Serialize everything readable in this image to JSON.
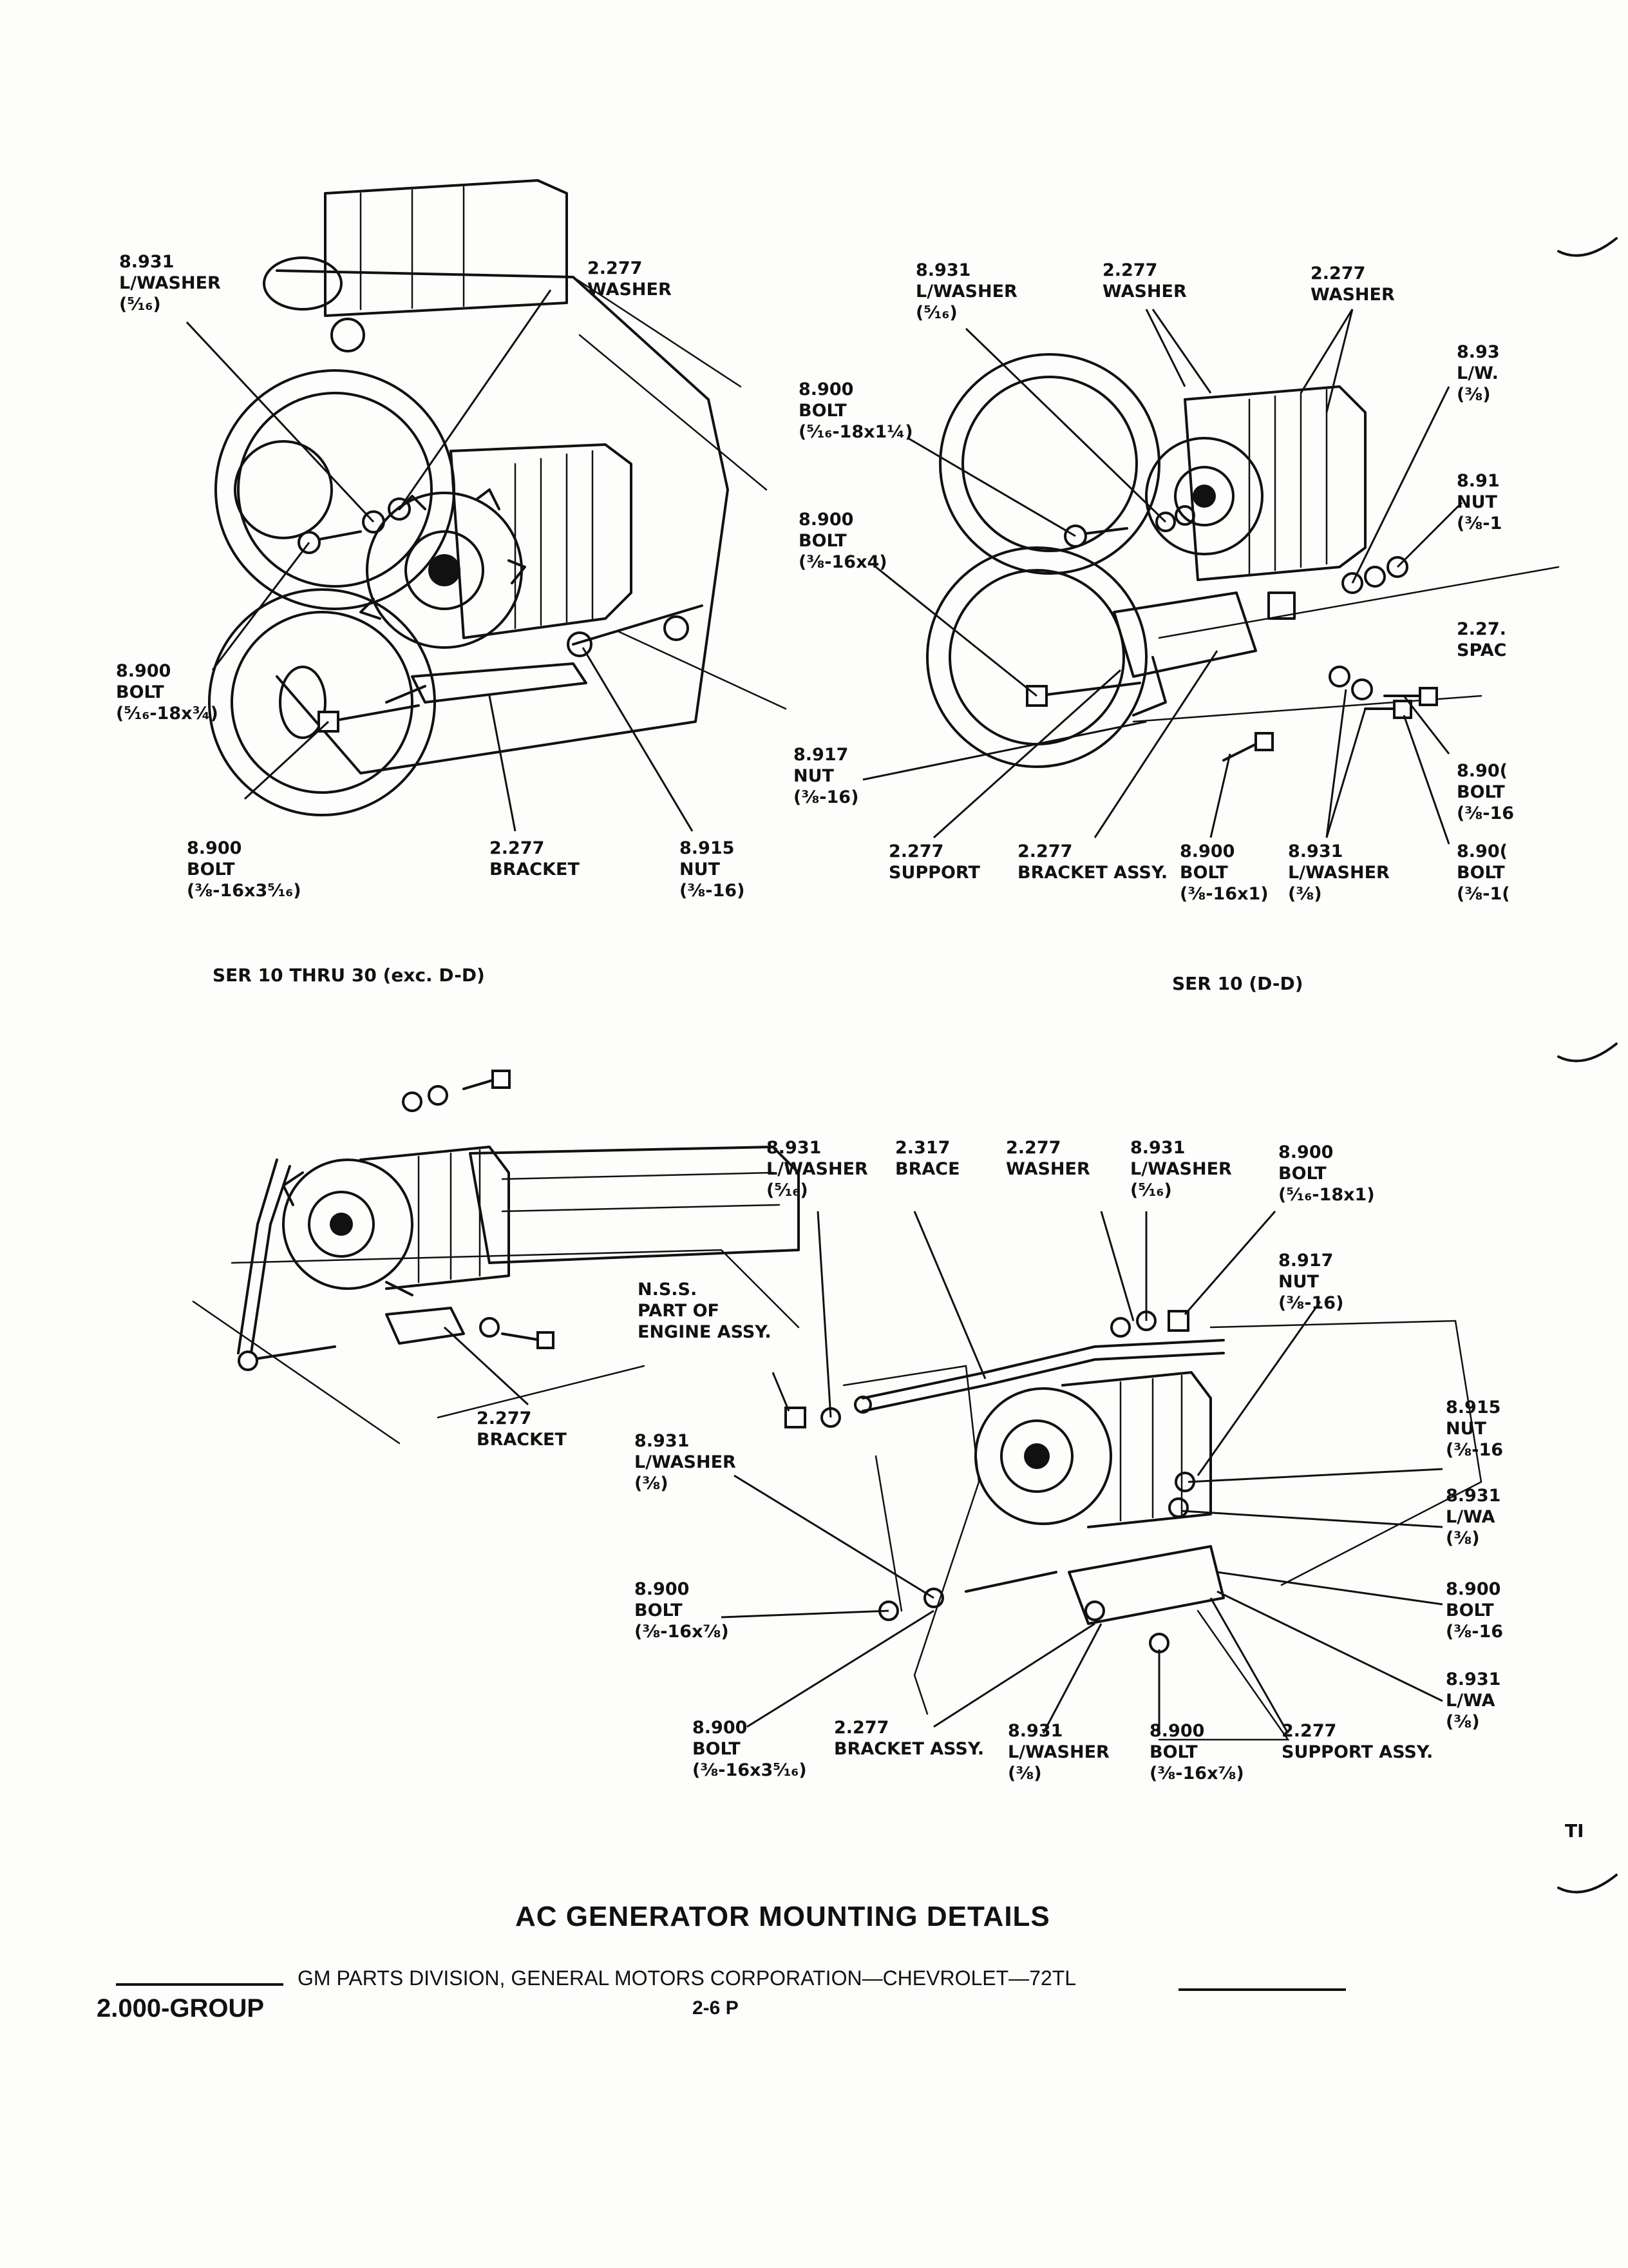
{
  "title": "AC GENERATOR MOUNTING DETAILS",
  "footer": {
    "rule_text": "GM PARTS DIVISION, GENERAL MOTORS CORPORATION—CHEVROLET—72TL",
    "group": "2.000-GROUP",
    "page": "2-6 P"
  },
  "margin_text": "TI",
  "diagrams": [
    {
      "caption": "SER 10 THRU 30 (exc. D-D)",
      "labels": [
        "8.931\nL/WASHER\n(⁵⁄₁₆)",
        "2.277\nWASHER",
        "8.900\nBOLT\n(⁵⁄₁₆-18x¾)",
        "8.900\nBOLT\n(⅜-16x3⁵⁄₁₆)",
        "2.277\nBRACKET",
        "8.915\nNUT\n(⅜-16)"
      ]
    },
    {
      "caption": "SER 10 (D-D)",
      "labels": [
        "8.931\nL/WASHER\n(⁵⁄₁₆)",
        "2.277\nWASHER",
        "2.277\nWASHER",
        "8.93\nL/W.\n(⅜)",
        "8.900\nBOLT\n(⁵⁄₁₆-18x1¼)",
        "8.91\nNUT\n(⅜-1",
        "8.900\nBOLT\n(⅜-16x4)",
        "2.27.\nSPAC",
        "8.917\nNUT\n(⅜-16)",
        "8.90(\nBOLT\n(⅜-16",
        "2.277\nSUPPORT",
        "2.277\nBRACKET ASSY.",
        "8.900\nBOLT\n(⅜-16x1)",
        "8.931\nL/WASHER\n(⅜)",
        "8.90(\nBOLT\n(⅜-1("
      ]
    },
    {
      "caption": "",
      "labels": [
        "2.277\nBRACKET"
      ]
    },
    {
      "caption": "",
      "labels": [
        "8.931\nL/WASHER\n(⁵⁄₁₆)",
        "2.317\nBRACE",
        "2.277\nWASHER",
        "8.931\nL/WASHER\n(⁵⁄₁₆)",
        "8.900\nBOLT\n(⁵⁄₁₆-18x1)",
        "8.917\nNUT\n(⅜-16)",
        "N.S.S.\nPART OF\nENGINE ASSY.",
        "8.915\nNUT\n(⅜-16",
        "8.931\nL/WASHER\n(⅜)",
        "8.931\nL/WA\n(⅜)",
        "8.900\nBOLT\n(⅜-16",
        "8.900\nBOLT\n(⅜-16x⅞)",
        "8.931\nL/WA\n(⅜)",
        "8.900\nBOLT\n(⅜-16x3⁵⁄₁₆)",
        "2.277\nBRACKET ASSY.",
        "8.931\nL/WASHER\n(⅜)",
        "8.900\nBOLT\n(⅜-16x⅞)",
        "2.277\nSUPPORT ASSY."
      ]
    }
  ]
}
